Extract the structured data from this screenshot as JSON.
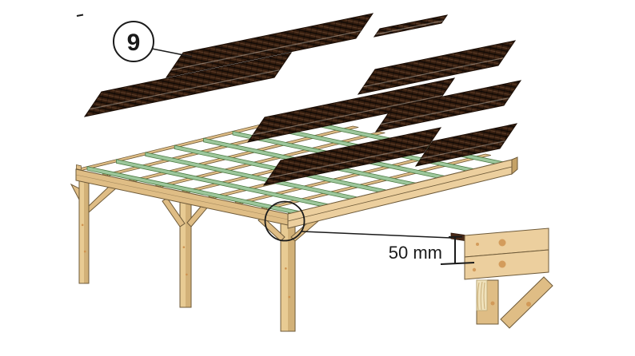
{
  "callout": {
    "label": "9"
  },
  "dimension": {
    "label": "50 mm"
  },
  "panels": {
    "count": 8
  },
  "colors": {
    "background": "#ffffff",
    "ink": "#1a1a1a",
    "wood": "#dfbd85",
    "wood_light": "#eccf9e",
    "wood_lighter": "#e8cb93",
    "wood_shade": "#d2b178",
    "wood_dark": "#c5a267",
    "wood_grain": "#f0e2bc",
    "wood_grain_edge": "#bba773",
    "wood_grain_line": "#c9ae78",
    "outline": "#6e5a39",
    "batten": "#9dc79c",
    "batten_edge": "#4a7a41",
    "panel": "#371f10",
    "panel_dark": "#120a05",
    "panel_ridge": "#5d3d28",
    "panel_outline": "#1c0f07",
    "panel_edge_strip": "#4a2a18",
    "knot": "#cf9350"
  }
}
